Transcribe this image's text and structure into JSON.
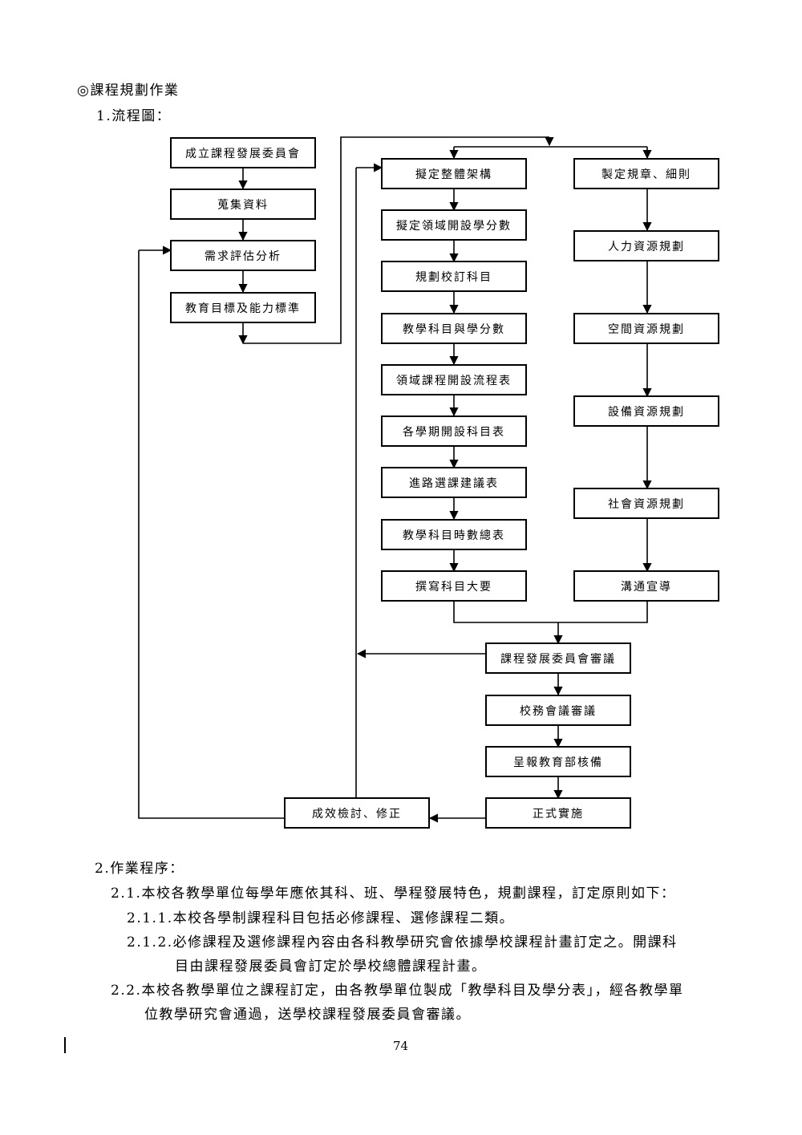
{
  "section_title": "◎課程規劃作業",
  "flow_heading": "1.流程圖：",
  "flowchart": {
    "left_column": [
      "成立課程發展委員會",
      "蒐集資料",
      "需求評估分析",
      "教育目標及能力標準"
    ],
    "middle_column": [
      "擬定整體架構",
      "擬定領域開設學分數",
      "規劃校訂科目",
      "教學科目與學分數",
      "領域課程開設流程表",
      "各學期開設科目表",
      "進路選課建議表",
      "教學科目時數總表",
      "撰寫科目大要"
    ],
    "right_column": [
      "製定規章、細則",
      "人力資源規劃",
      "空間資源規劃",
      "設備資源規劃",
      "社會資源規劃",
      "溝通宣導"
    ],
    "review_column": [
      "課程發展委員會審議",
      "校務會議審議",
      "呈報教育部核備",
      "正式實施"
    ],
    "feedback_box": "成效檢討、修正"
  },
  "procedure": {
    "heading": "2.作業程序：",
    "item_2_1": "2.1.本校各教學單位每學年應依其科、班、學程發展特色，規劃課程，訂定原則如下：",
    "item_2_1_1": "2.1.1.本校各學制課程科目包括必修課程、選修課程二類。",
    "item_2_1_2_line1": "2.1.2.必修課程及選修課程內容由各科教學研究會依據學校課程計畫訂定之。開課科",
    "item_2_1_2_line2": "目由課程發展委員會訂定於學校總體課程計畫。",
    "item_2_2_line1": "2.2.本校各教學單位之課程訂定，由各教學單位製成「教學科目及學分表」，經各教學單",
    "item_2_2_line2": "位教學研究會通過，送學校課程發展委員會審議。"
  },
  "page_number": "74"
}
